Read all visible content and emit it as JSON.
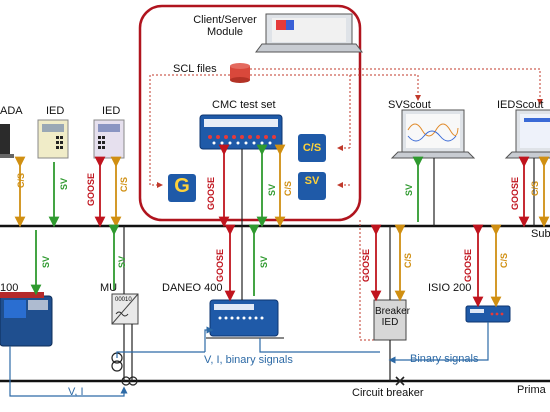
{
  "labels": {
    "client_server_module": "Client/Server Module",
    "scl_files": "SCL files",
    "cmc_test_set": "CMC test set",
    "svscout": "SVScout",
    "iedscout": "IEDScout",
    "scada": "ADA",
    "ied1": "IED",
    "ied2": "IED",
    "cpc100": "100",
    "mu": "MU",
    "mu_code": "00010",
    "daneo400": "DANEO 400",
    "breaker_ied": "Breaker IED",
    "isio200": "ISIO 200",
    "substation_bus": "Sub",
    "process_bus": "Prima",
    "circuit_breaker": "Circuit breaker",
    "vi_binary_signals": "V, I, binary signals",
    "binary_signals": "Binary signals",
    "vi": "V, I",
    "cs_box": "C/S",
    "sv_box": "SV",
    "goose_box": "G",
    "cs": "C/S",
    "sv": "SV",
    "goose": "GOOSE"
  },
  "colors": {
    "module_border": "#b0141e",
    "bus_line": "#111111",
    "blue_link": "#2d6aa6",
    "red_dotted": "#c0392b",
    "goose": "#c0141e",
    "sv": "#2f9a2f",
    "cs": "#d08f12",
    "device_blue": "#1f5aa8",
    "cs_box_bg": "#1f5aa8",
    "cs_box_fg": "#ffd23a"
  }
}
